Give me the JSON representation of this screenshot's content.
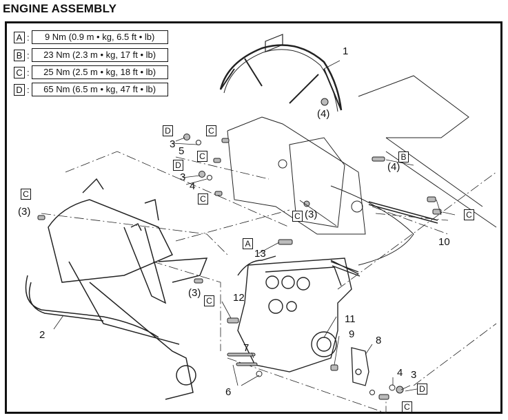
{
  "title": "ENGINE ASSEMBLY",
  "torque_specs": [
    {
      "key": "A",
      "value": "9 Nm (0.9 m • kg, 6.5 ft • lb)"
    },
    {
      "key": "B",
      "value": "23 Nm (2.3 m • kg, 17 ft • lb)"
    },
    {
      "key": "C",
      "value": "25 Nm (2.5 m • kg, 18 ft • lb)"
    },
    {
      "key": "D",
      "value": "65 Nm (6.5 m • kg, 47 ft • lb)"
    }
  ],
  "part_labels": {
    "p1": "1",
    "p2": "2",
    "p3a": "3",
    "p3b": "3",
    "p3c": "3",
    "p4a": "4",
    "p4b": "4",
    "p5": "5",
    "p6": "6",
    "p7": "7",
    "p8": "8",
    "p9": "9",
    "p10": "10",
    "p11": "11",
    "p12": "12",
    "p13": "13"
  },
  "quantity_labels": {
    "q4_top": "(4)",
    "q4_right": "(4)",
    "q3_left": "(3)",
    "q3_mid": "(3)",
    "q3_center": "(3)"
  },
  "torque_callouts": {
    "d1": "D",
    "c1": "C",
    "c2": "C",
    "d2": "D",
    "c3": "C",
    "b1": "B",
    "c4": "C",
    "c5": "C",
    "c6": "C",
    "a1": "A",
    "c7": "C",
    "d3": "D",
    "c8": "C"
  }
}
